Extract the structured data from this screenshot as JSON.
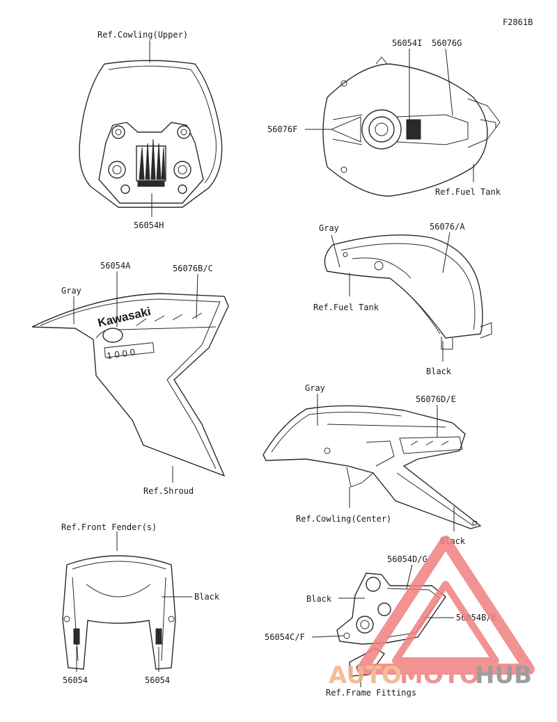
{
  "figure_id": "F2861B",
  "labels": {
    "cowling_upper": "Ref.Cowling(Upper)",
    "p56054H": "56054H",
    "p56054I": "56054I",
    "p56076G": "56076G",
    "p56076F": "56076F",
    "fuel_tank_1": "Ref.Fuel Tank",
    "gray_1": "Gray",
    "p56076A": "56076/A",
    "fuel_tank_2": "Ref.Fuel Tank",
    "black_1": "Black",
    "p56054A": "56054A",
    "p56076BC": "56076B/C",
    "gray_2": "Gray",
    "shroud": "Ref.Shroud",
    "gray_3": "Gray",
    "p56076DE": "56076D/E",
    "cowling_center": "Ref.Cowling(Center)",
    "black_2": "Black",
    "front_fender": "Ref.Front Fender(s)",
    "black_3": "Black",
    "p56054_left": "56054",
    "p56054_right": "56054",
    "black_4": "Black",
    "p56054DG": "56054D/G",
    "p56054BE": "56054B/E",
    "p56054CF": "56054C/F",
    "frame_fittings": "Ref.Frame Fittings"
  },
  "decals": {
    "brand": "Kawasaki",
    "model_mark": "1000"
  },
  "watermark": {
    "auto": "AUTO",
    "moto": "MOTO",
    "hub": "HUB",
    "color_auto": "#f4b183",
    "color_moto": "#f08080",
    "color_hub": "#8c8c8c"
  }
}
